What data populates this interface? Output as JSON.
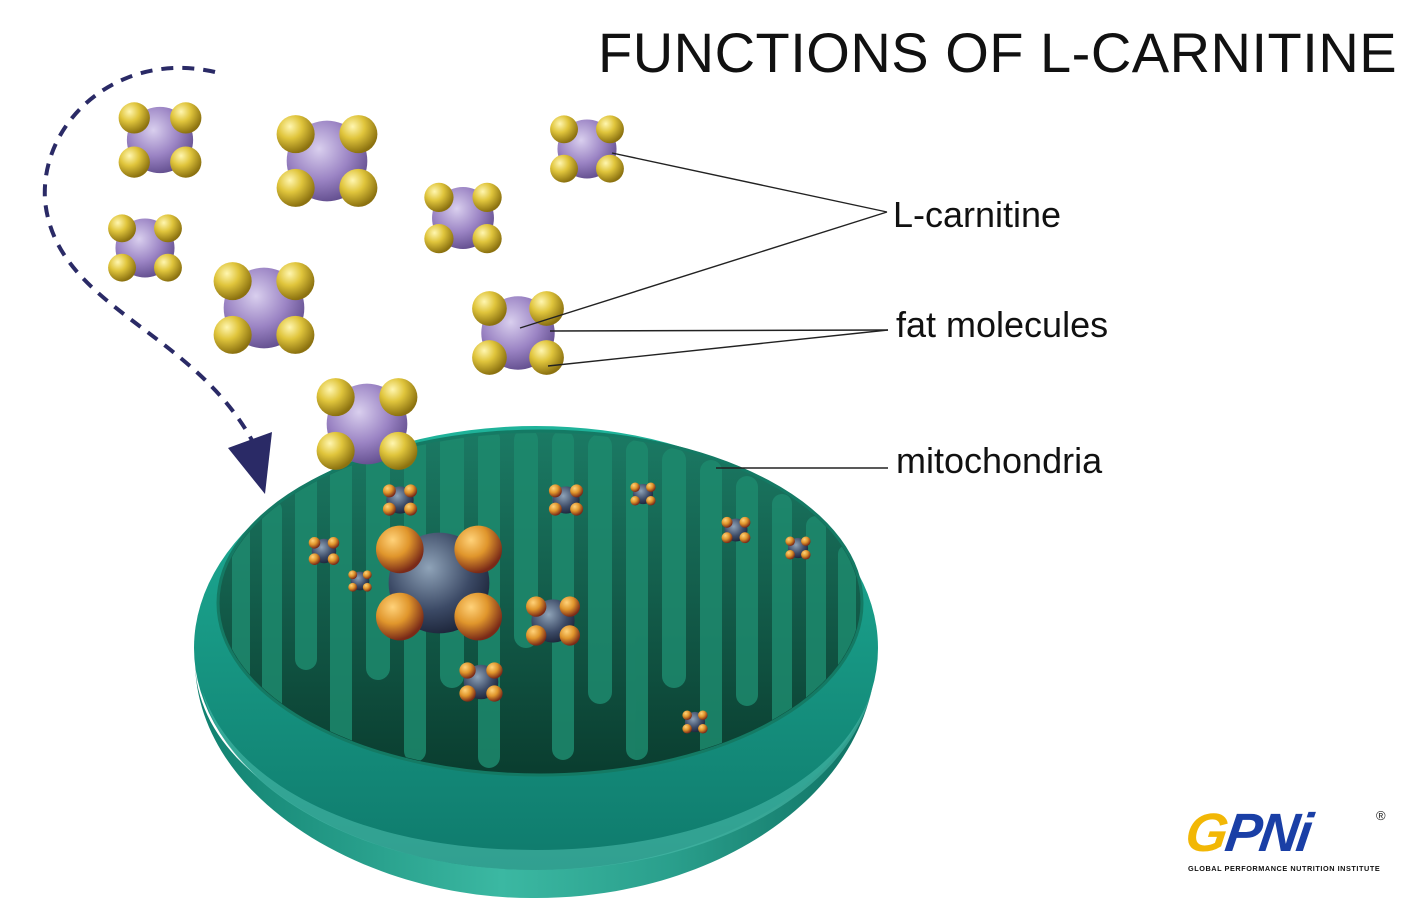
{
  "title": "FUNCTIONS OF L-CARNITINE",
  "labels": {
    "carnitine": "L-carnitine",
    "fat": "fat molecules",
    "mitochondria": "mitochondria"
  },
  "logo": {
    "mark_g": "G",
    "mark_rest": "PNi",
    "registered": "®",
    "tagline": "GLOBAL PERFORMANCE NUTRITION INSTITUTE"
  },
  "colors": {
    "carnitine_core": "#9b84c4",
    "fat_sphere": "#e0c53c",
    "fat_sphere_inner": "#e8a33a",
    "mito_outer": "#1a9a86",
    "mito_inner": "#0e5a46",
    "arrow": "#2a2a66"
  }
}
